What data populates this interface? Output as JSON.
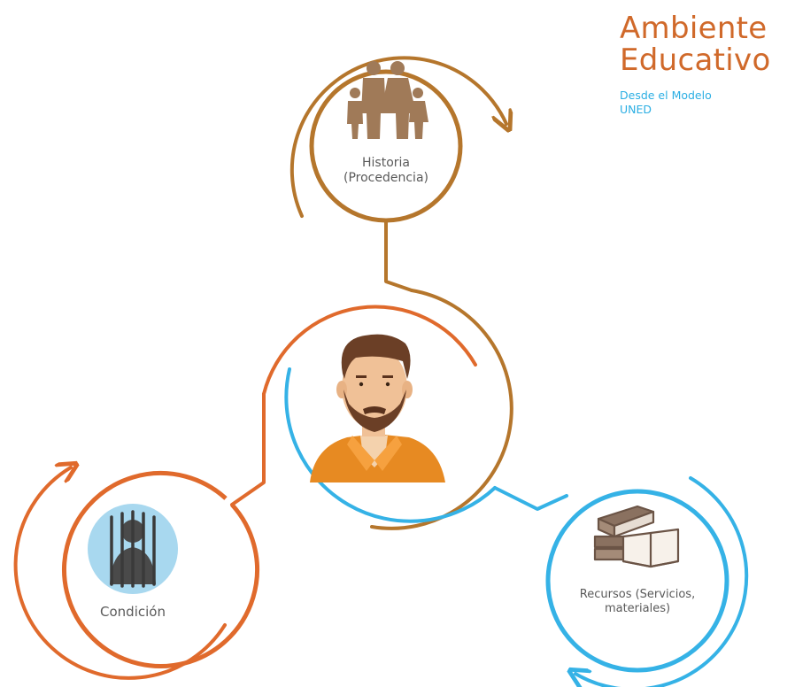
{
  "title": {
    "line1": "Ambiente",
    "line2": "Educativo"
  },
  "subtitle": {
    "line1": "Desde el Modelo",
    "line2": "UNED"
  },
  "nodes": {
    "historia": {
      "line1": "Historia",
      "line2": "(Procedencia)",
      "icon": "family-icon"
    },
    "center": {
      "icon": "student-avatar-icon"
    },
    "condicion": {
      "label": "Condición",
      "icon": "prisoner-icon"
    },
    "recursos": {
      "line1": "Recursos (Servicios,",
      "line2": "materiales)",
      "icon": "books-icon"
    }
  },
  "colors": {
    "brown": "#b5762c",
    "orange": "#e06a2c",
    "blue": "#35b2e6",
    "title_orange": "#d0692a",
    "subtitle_blue": "#2aaee3"
  }
}
